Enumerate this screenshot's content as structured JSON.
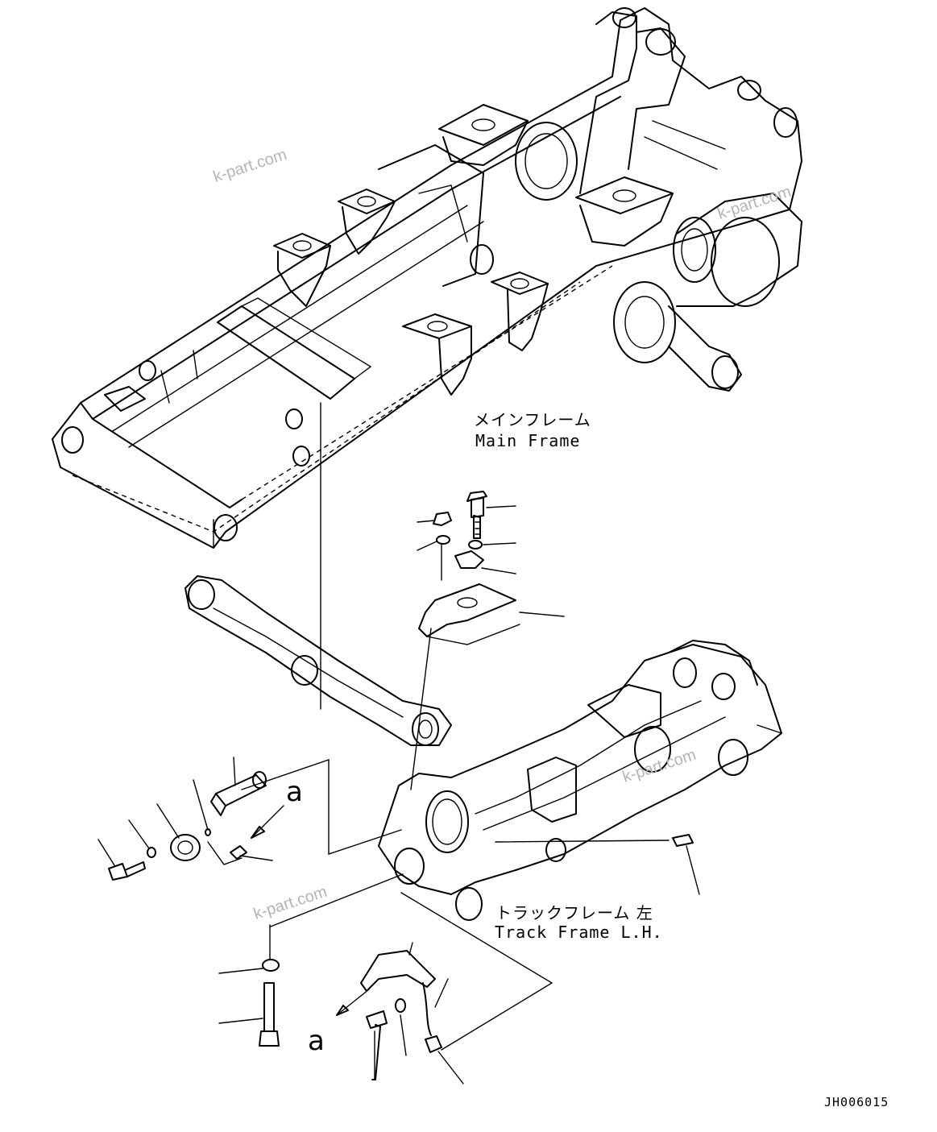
{
  "main_frame": {
    "label_jp": "メインフレーム",
    "label_en": "Main Frame"
  },
  "track_frame": {
    "label_jp": "トラックフレーム 左",
    "label_en": "Track Frame L.H."
  },
  "reference_marks": {
    "upper": "a",
    "lower": "a"
  },
  "watermarks": [
    "k-part.com",
    "k-part.com",
    "k-part.com",
    "k-part.com"
  ],
  "drawing_code": "JH006015"
}
